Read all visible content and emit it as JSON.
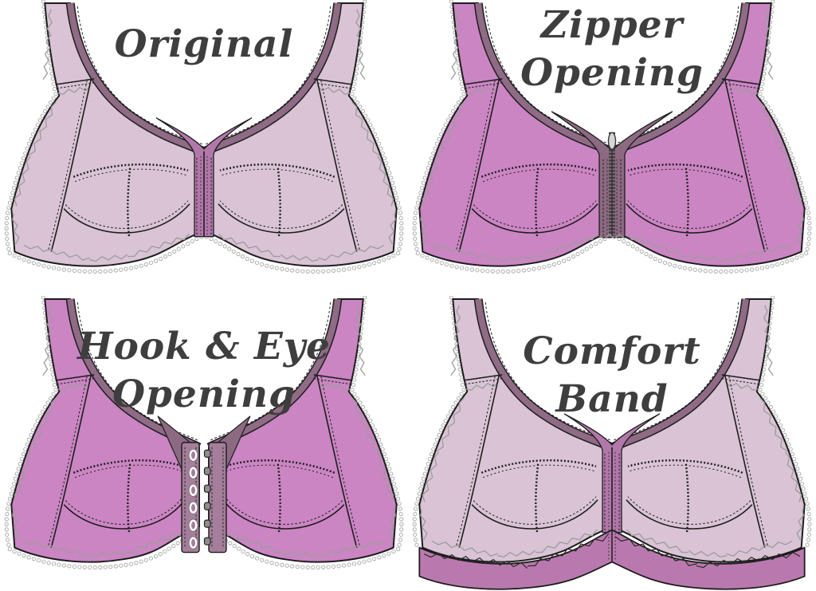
{
  "figure": {
    "background": "#ffffff",
    "description_titles_only": true
  },
  "panels": [
    {
      "id": "original",
      "variant": "plain",
      "fabric": "light",
      "label_lines": [
        "Original"
      ]
    },
    {
      "id": "zipper",
      "variant": "zipper",
      "fabric": "orchid",
      "label_lines": [
        "Zipper",
        "Opening"
      ]
    },
    {
      "id": "hook-eye",
      "variant": "hookeye",
      "fabric": "orchid",
      "label_lines": [
        "Hook & Eye",
        "Opening"
      ]
    },
    {
      "id": "comfort-band",
      "variant": "band",
      "fabric": "light",
      "label_lines": [
        "Comfort",
        "Band"
      ]
    }
  ],
  "colors": {
    "fabric_light_mauve": "#d9c3d5",
    "fabric_orchid": "#cb85c3",
    "center_panel_purple": "#b278aa",
    "neckline_binding": "#8f6b86",
    "zipper_panel_plum": "#8c6a82",
    "zipper_teeth": "#414141",
    "zipper_pull": "#d6d6d6",
    "hook_eye_band": "#a47e9a",
    "hook_metal": "#8d8d8d",
    "comfort_band": "#ba79ae",
    "outline": "#1d1d1d",
    "stitch_gray": "#9c9c9c",
    "band_zigzag": "#2a2a2a",
    "picot_white": "#ffffff",
    "picot_gray": "#aaaaaa",
    "title_text": "#3e3e3e"
  }
}
